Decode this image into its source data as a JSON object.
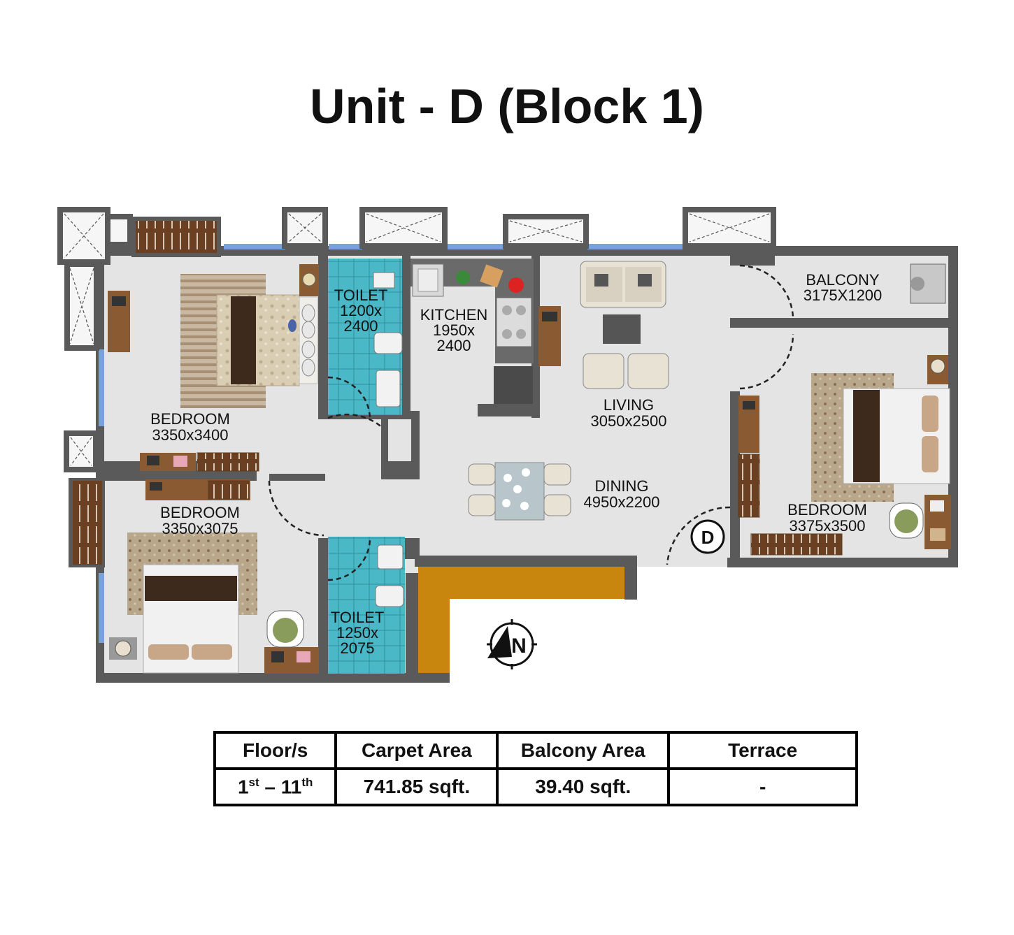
{
  "title": "Unit - D (Block 1)",
  "rooms": {
    "bedroom_tl": {
      "name": "BEDROOM",
      "size": "3350x3400"
    },
    "bedroom_bl": {
      "name": "BEDROOM",
      "size": "3350x3075"
    },
    "bedroom_r": {
      "name": "BEDROOM",
      "size": "3375x3500"
    },
    "toilet_top": {
      "name": "TOILET",
      "size_a": "1200x",
      "size_b": "2400"
    },
    "toilet_bottom": {
      "name": "TOILET",
      "size_a": "1250x",
      "size_b": "2075"
    },
    "kitchen": {
      "name": "KITCHEN",
      "size_a": "1950x",
      "size_b": "2400"
    },
    "living": {
      "name": "LIVING",
      "size": "3050x2500"
    },
    "dining": {
      "name": "DINING",
      "size": "4950x2200"
    },
    "balcony": {
      "name": "BALCONY",
      "size": "3175X1200"
    }
  },
  "unit_badge": "D",
  "compass": {
    "letter": "N",
    "icon": "north-compass-icon"
  },
  "colors": {
    "wall": "#5a5a5a",
    "floor": "#e4e4e4",
    "toilet_tile": "#4bb8c8",
    "wood": "#8a5a32",
    "terrace": "#c8860e",
    "window": "#7aa2d6"
  },
  "table": {
    "headers": [
      "Floor/s",
      "Carpet Area",
      "Balcony Area",
      "Terrace"
    ],
    "row": {
      "floor_from": "1",
      "floor_from_sup": "st",
      "floor_sep": " – ",
      "floor_to": "11",
      "floor_to_sup": "th",
      "carpet_area": "741.85 sqft.",
      "balcony_area": "39.40 sqft.",
      "terrace": "-"
    }
  }
}
